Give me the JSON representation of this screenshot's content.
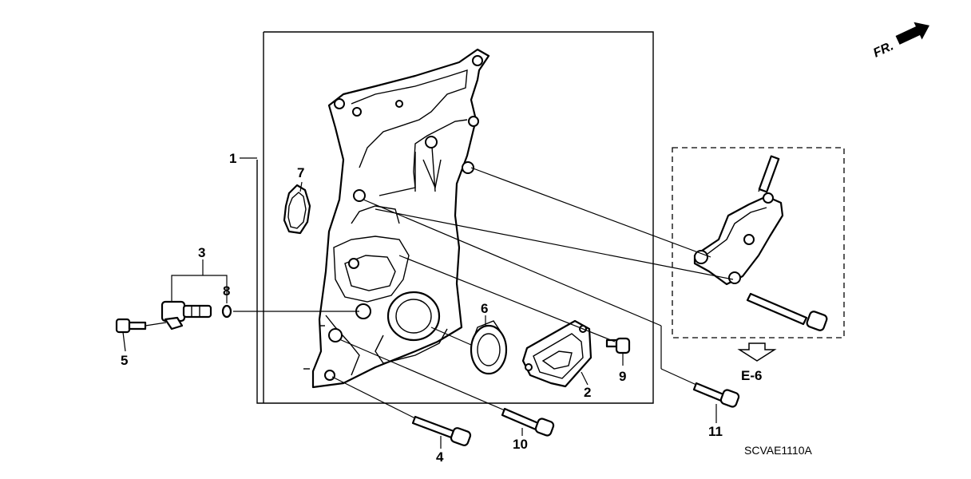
{
  "diagram": {
    "callouts": {
      "p1": "1",
      "p2": "2",
      "p3": "3",
      "p4": "4",
      "p5": "5",
      "p6": "6",
      "p7": "7",
      "p8": "8",
      "p9a": "9",
      "p9b": "9",
      "p10": "10",
      "p11": "11"
    },
    "reference_code": "SCVAE1110A",
    "section_ref": "E-6",
    "front_indicator": "FR."
  }
}
